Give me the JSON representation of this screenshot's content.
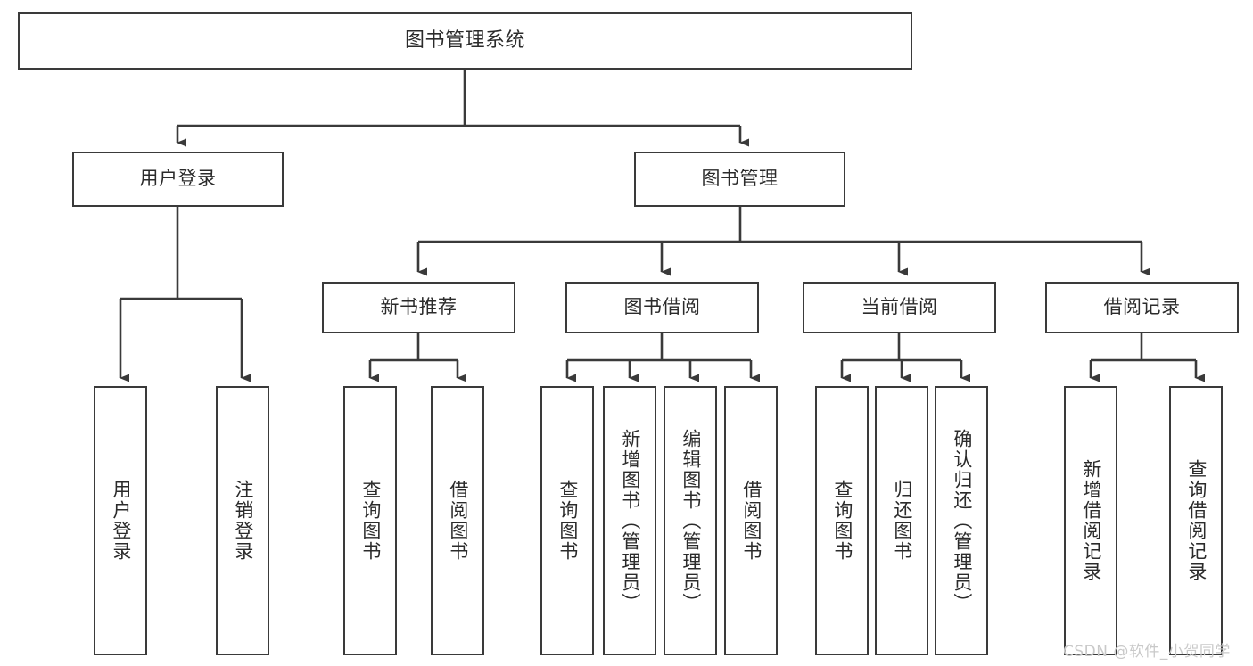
{
  "diagram": {
    "type": "tree-hierarchy",
    "title": "图书管理系统",
    "watermark": "CSDN @软件_小贺同学",
    "colors": {
      "node_border": "#3a3a3a",
      "node_fill": "#ffffff",
      "edge": "#3a3a3a",
      "text": "#2b2b2b",
      "watermark": "#c9c9c9",
      "background": "#ffffff"
    },
    "nodes": {
      "root": {
        "label": "图书管理系统"
      },
      "level2": [
        {
          "id": "user-login",
          "label": "用户登录"
        },
        {
          "id": "book-management",
          "label": "图书管理"
        }
      ],
      "level3": [
        {
          "id": "new-book-recommend",
          "label": "新书推荐"
        },
        {
          "id": "book-borrow",
          "label": "图书借阅"
        },
        {
          "id": "current-borrow",
          "label": "当前借阅"
        },
        {
          "id": "borrow-record",
          "label": "借阅记录"
        }
      ],
      "leaves": {
        "user-login": [
          {
            "id": "leaf-user-login",
            "label": "用户登录"
          },
          {
            "id": "leaf-user-logout",
            "label": "注销登录"
          }
        ],
        "new-book-recommend": [
          {
            "id": "leaf-query-book-1",
            "label": "查询图书"
          },
          {
            "id": "leaf-borrow-book-1",
            "label": "借阅图书"
          }
        ],
        "book-borrow": [
          {
            "id": "leaf-query-book-2",
            "label": "查询图书"
          },
          {
            "id": "leaf-add-book",
            "label": "新增图书（管理员）"
          },
          {
            "id": "leaf-edit-book",
            "label": "编辑图书（管理员）"
          },
          {
            "id": "leaf-borrow-book-2",
            "label": "借阅图书"
          }
        ],
        "current-borrow": [
          {
            "id": "leaf-query-book-3",
            "label": "查询图书"
          },
          {
            "id": "leaf-return-book",
            "label": "归还图书"
          },
          {
            "id": "leaf-confirm-return",
            "label": "确认归还（管理员）"
          }
        ],
        "borrow-record": [
          {
            "id": "leaf-add-record",
            "label": "新增借阅记录"
          },
          {
            "id": "leaf-query-record",
            "label": "查询借阅记录"
          }
        ]
      }
    }
  }
}
